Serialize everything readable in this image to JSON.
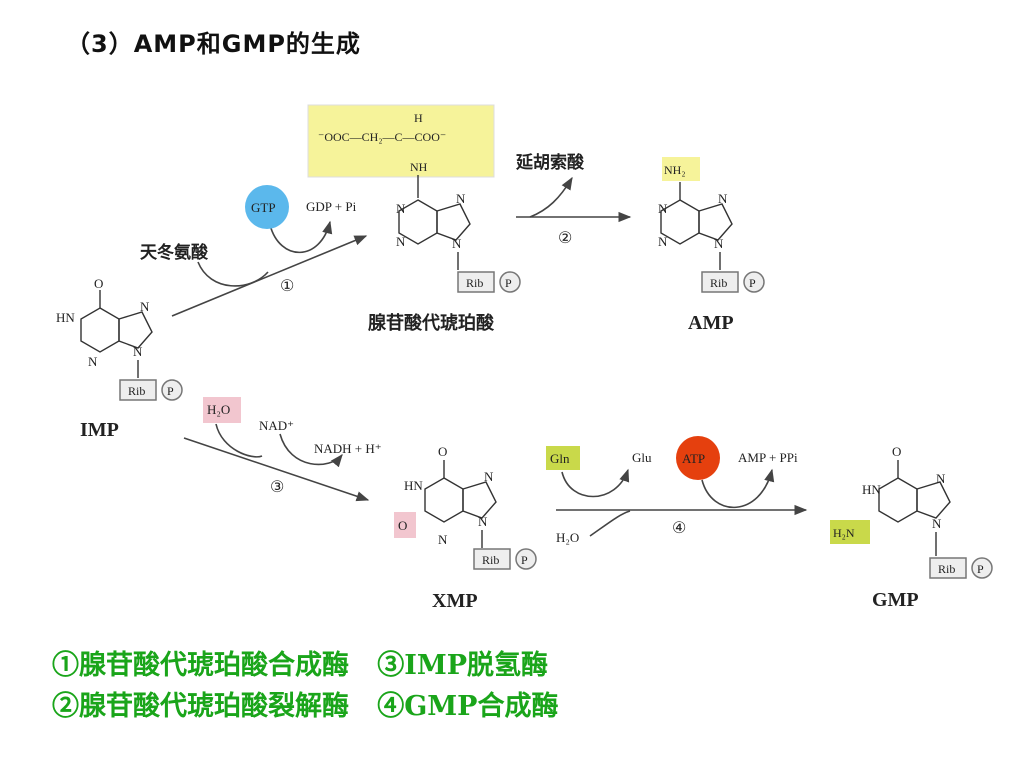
{
  "title": "（3）AMP和GMP的生成",
  "compounds": {
    "imp": "IMP",
    "adenylosuccinate": "腺苷酸代琥珀酸",
    "amp": "AMP",
    "xmp": "XMP",
    "gmp": "GMP"
  },
  "reagents": {
    "gtp": "GTP",
    "gdp_pi": "GDP + Pi",
    "aspartate": "天冬氨酸",
    "fumarate": "延胡索酸",
    "h2o": "H₂O",
    "nad": "NAD⁺",
    "nadh": "NADH + H⁺",
    "gln": "Gln",
    "glu": "Glu",
    "atp": "ATP",
    "amp_ppi": "AMP + PPi",
    "h2o_2": "H₂O"
  },
  "side_chain": {
    "line1": "⁻OOC—CH₂—C—COO⁻",
    "h": "H",
    "nh": "NH"
  },
  "groups": {
    "nh2": "NH₂",
    "h2n": "H₂N",
    "o_xmp": "O",
    "rib": "Rib",
    "p": "P"
  },
  "steps": [
    "①",
    "②",
    "③",
    "④"
  ],
  "legend": {
    "line1": "①腺苷酸代琥珀酸合成酶   ③IMP脱氢酶",
    "line2": "②腺苷酸代琥珀酸裂解酶   ④GMP合成酶"
  },
  "colors": {
    "yellow_box": "#f6f39a",
    "gtp": "#5bb8ec",
    "h2o_box": "#f2c6cf",
    "gln_box": "#c9d94a",
    "atp": "#e5400e",
    "legend_text": "#1aa51a"
  }
}
